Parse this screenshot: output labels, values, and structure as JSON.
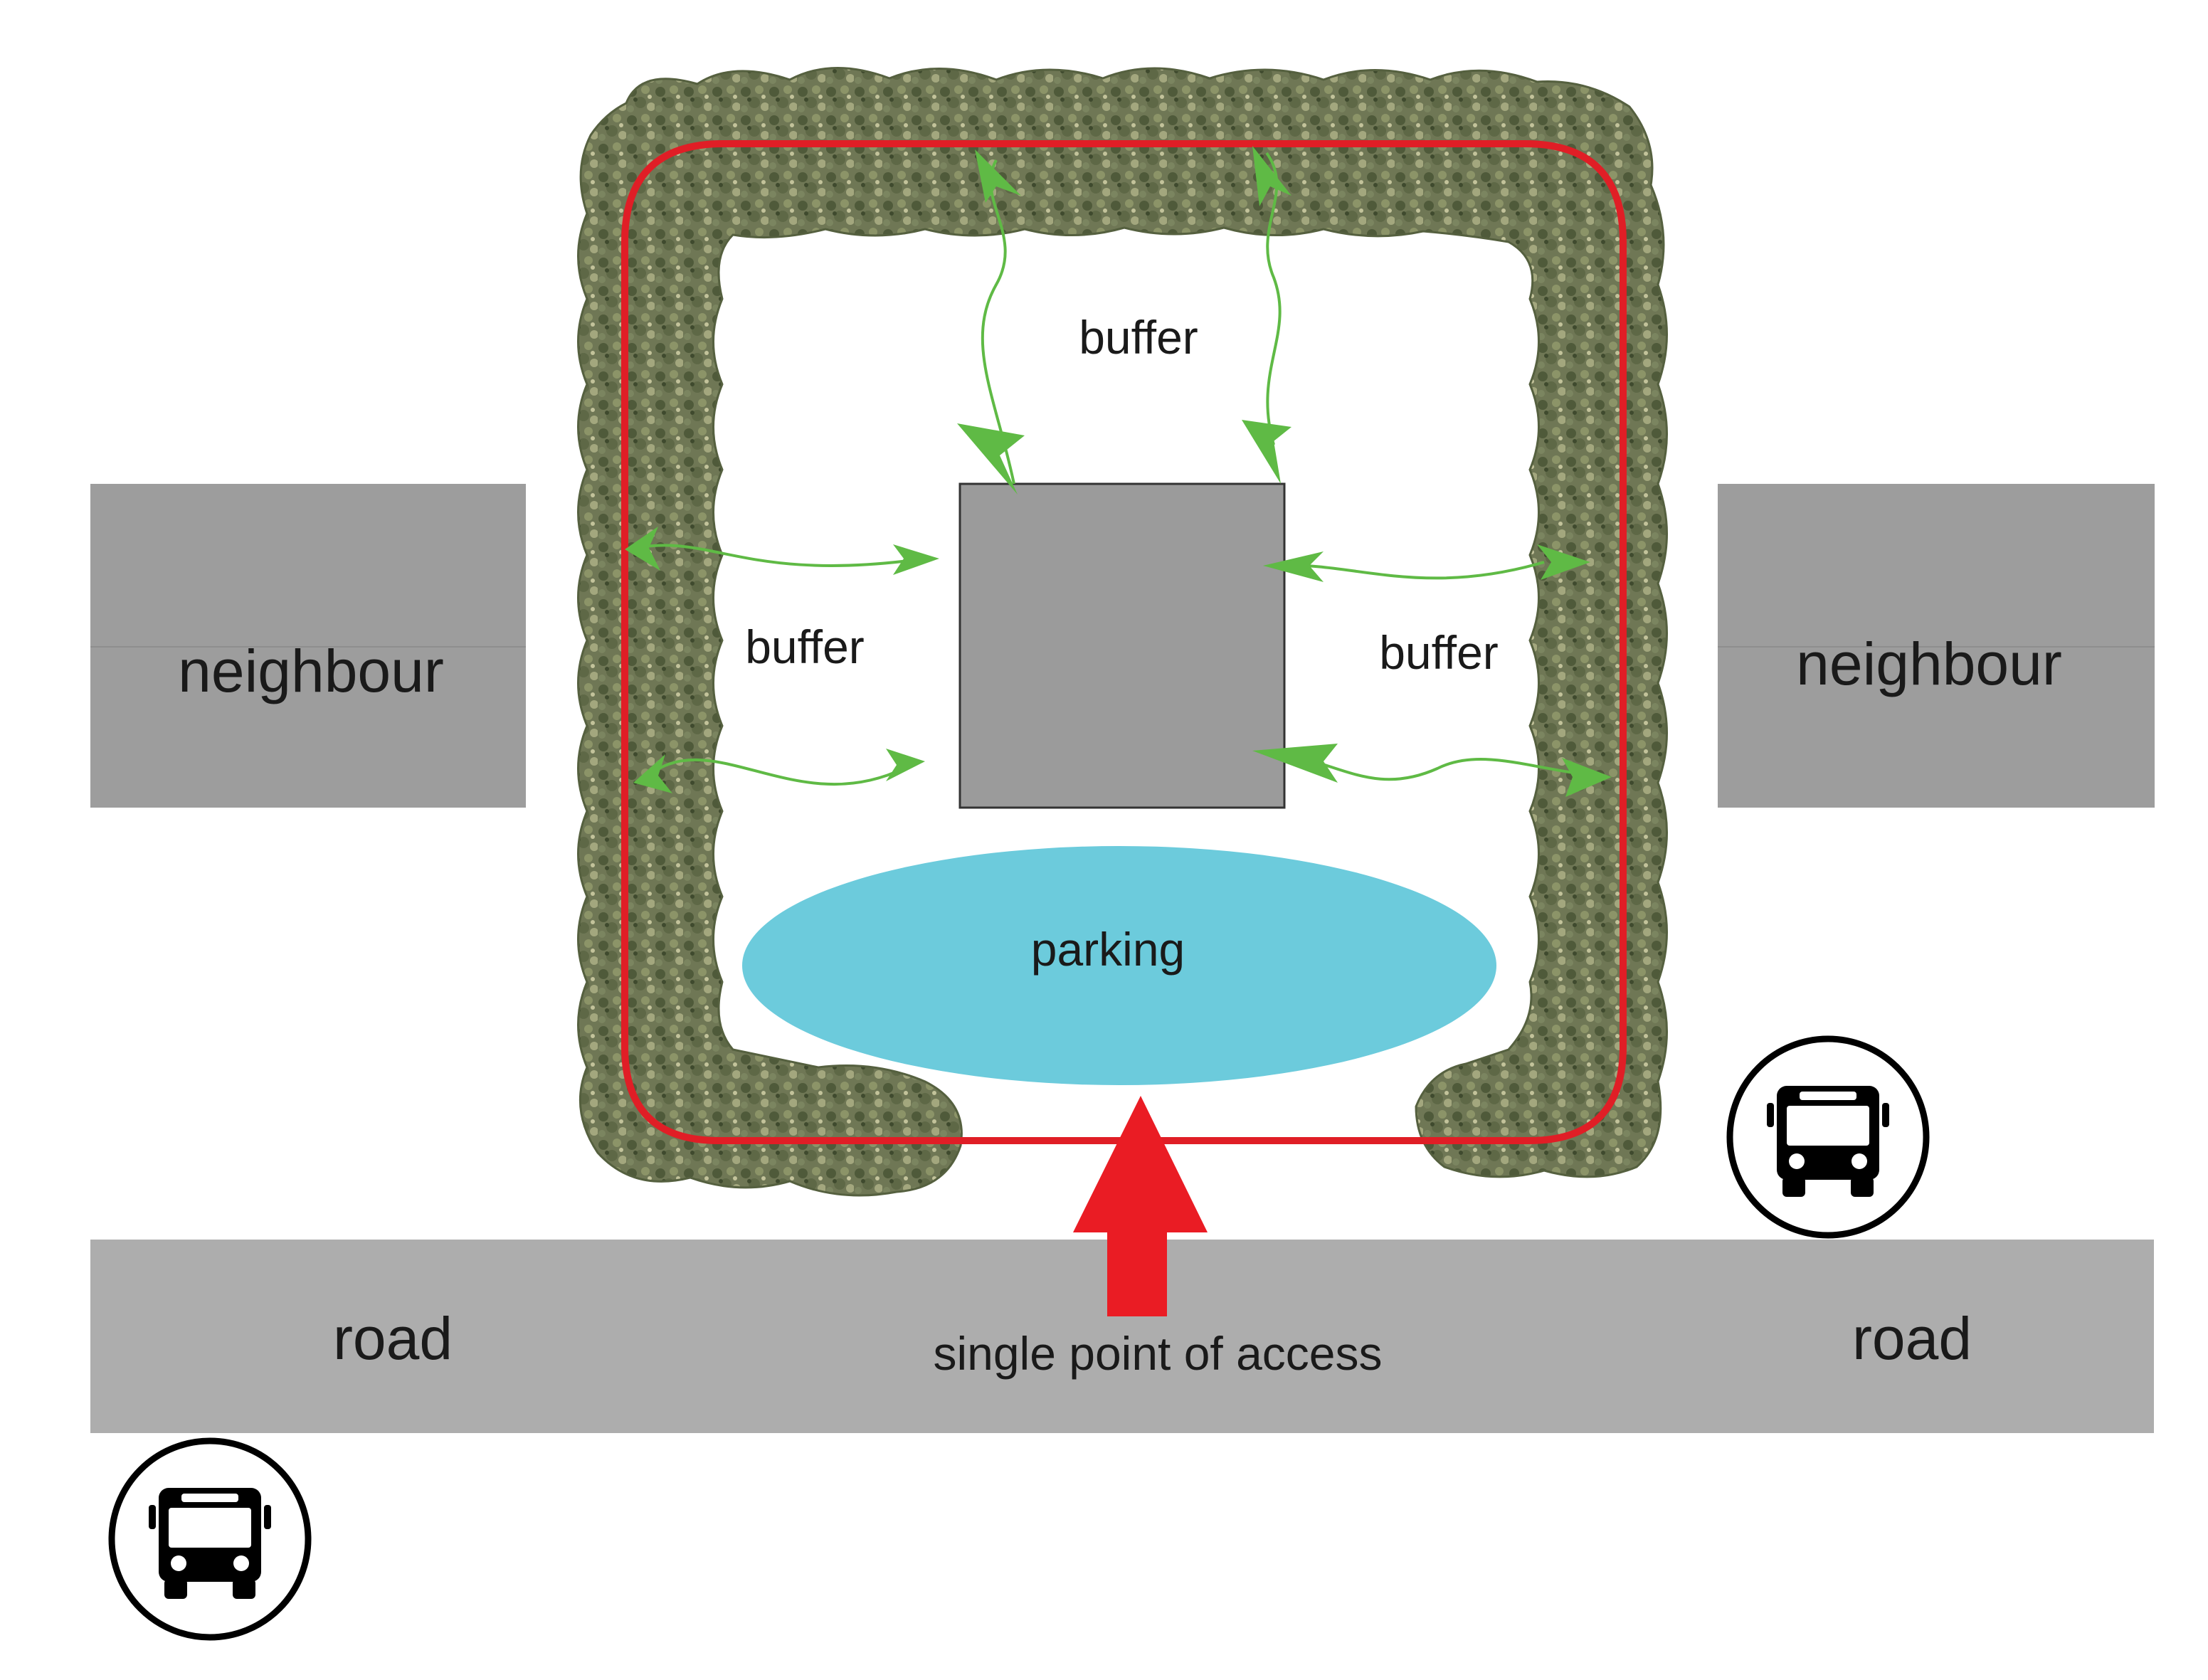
{
  "labels": {
    "neighbour_left": "neighbour",
    "neighbour_right": "neighbour",
    "buffer_top": "buffer",
    "buffer_left": "buffer",
    "buffer_right": "buffer",
    "parking": "parking",
    "road_left": "road",
    "road_right": "road",
    "access": "single point of access"
  },
  "icons": {
    "bus_right": "bus-icon",
    "bus_left": "bus-icon"
  },
  "colors": {
    "site_boundary": "#e01e26",
    "access_arrow": "#ea1c24",
    "buffer_arrows": "#5fba45",
    "parking": "#6ccbdc",
    "building": "#9b9b9b",
    "neighbour": "#9d9d9d",
    "road": "#adadad",
    "hedge": "#6d7552"
  }
}
